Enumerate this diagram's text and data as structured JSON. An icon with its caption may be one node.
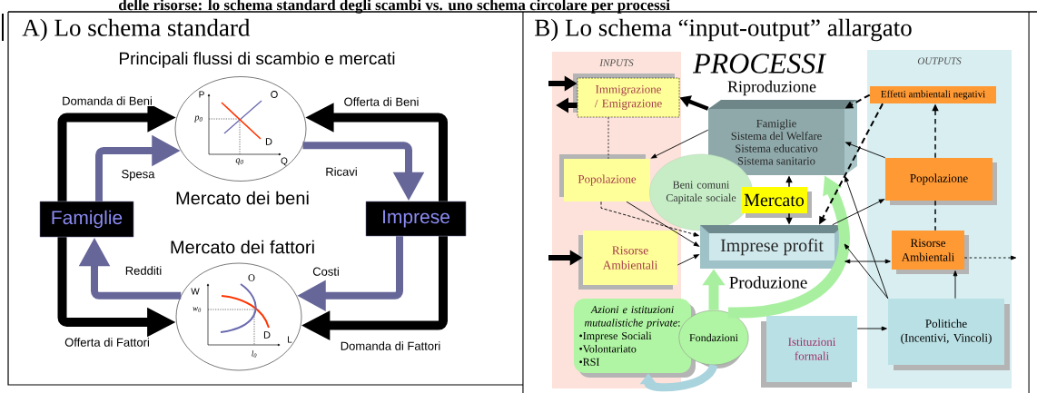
{
  "diagram": {
    "title": "delle risorse: lo schema standard degli scambi vs. uno schema circolare per processi",
    "nodes": [
      {
        "text": [],
        "shape": "circle",
        "beside": [
          "Mercato dei beni"
        ]
      },
      {
        "text": [
          "Famiglie"
        ]
      },
      {
        "text": [
          "Imprese"
        ]
      },
      {
        "text": [],
        "shape": "circle",
        "beside": [
          "Mercato dei fattori"
        ]
      },
      {
        "text": [
          "INPUTS"
        ]
      },
      {
        "text": [
          "OUTPUTS"
        ]
      },
      {
        "text": [
          "Immigrazione / Emigrazione"
        ],
        "in": 4
      },
      {
        "text": [
          "Famiglie",
          "Sistema del Welfare",
          "Sistema educativo",
          "Sistema sanitario"
        ],
        "beside": [
          "Riproduzione"
        ]
      },
      {
        "text": [
          "Effetti ambientali negativi"
        ],
        "in": 5
      },
      {
        "text": [
          "Popolazione"
        ],
        "in": 4
      },
      {
        "text": [
          "Beni comuni Capitale sociale"
        ]
      },
      {
        "text": [
          "Mercato"
        ]
      },
      {
        "text": [
          "Popolazione"
        ],
        "in": 5
      },
      {
        "text": [
          "Imprese profit"
        ],
        "beside": [
          "Produzione"
        ]
      },
      {
        "text": [
          "Risorse Ambientali"
        ],
        "in": 4
      },
      {
        "text": [
          "Risorse Ambientali"
        ],
        "in": 5
      },
      {
        "text": [
          "*Azioni e istituzioni mutualistiche private*:",
          "•Imprese Sociali",
          "•Volontariato",
          "•RSI"
        ]
      },
      {
        "text": [
          "Fondazioni"
        ]
      },
      {
        "text": [
          "Istituzioni formali"
        ]
      },
      {
        "text": [
          "Politiche (Incentivi, Vincoli)"
        ],
        "in": 5
      }
    ],
    "edges": [
      {
        "from": 1,
        "to": 0,
        "arrow": "to",
        "label": "Domanda di Beni",
        "style": "thick"
      },
      {
        "from": 1,
        "to": 0,
        "arrow": "to",
        "label": "Spesa",
        "style": "thick",
        "color": "#666699"
      },
      {
        "from": 2,
        "to": 0,
        "arrow": "to",
        "label": "Offerta di Beni",
        "style": "thick"
      },
      {
        "from": 0,
        "to": 2,
        "arrow": "to",
        "label": "Ricavi",
        "style": "thick",
        "color": "#666699"
      },
      {
        "from": 1,
        "to": 3,
        "arrow": "to",
        "label": "Offerta di Fattori",
        "style": "thick"
      },
      {
        "from": 3,
        "to": 1,
        "arrow": "to",
        "label": "Redditi",
        "style": "thick",
        "color": "#666699"
      },
      {
        "from": 2,
        "to": 3,
        "arrow": "to",
        "label": "Domanda di Fattori",
        "style": "thick"
      },
      {
        "from": 2,
        "to": 3,
        "arrow": "to",
        "label": "Costi",
        "style": "thick",
        "color": "#666699"
      },
      {
        "from": null,
        "to": 6,
        "arrow": "to",
        "style": "thick"
      },
      {
        "from": 6,
        "to": null,
        "arrow": "to",
        "style": "thick"
      },
      {
        "from": 7,
        "to": 6,
        "arrow": "to",
        "style": "thick"
      },
      {
        "from": 6,
        "to": 9,
        "arrow": "none",
        "style": "dashed"
      },
      {
        "from": 7,
        "to": 9,
        "arrow": "to"
      },
      {
        "from": 9,
        "to": 13,
        "arrow": "to",
        "style": "dashed"
      },
      {
        "from": 9,
        "to": 13,
        "arrow": "to"
      },
      {
        "from": 14,
        "to": 13,
        "arrow": "to"
      },
      {
        "from": null,
        "to": 14,
        "arrow": "to",
        "style": "thick"
      },
      {
        "from": 11,
        "to": 7,
        "arrow": "to"
      },
      {
        "from": 11,
        "to": 13,
        "arrow": "to"
      },
      {
        "from": 8,
        "to": 7,
        "arrow": "to",
        "style": "dashed"
      },
      {
        "from": 8,
        "to": 13,
        "arrow": "to",
        "style": "dashed"
      },
      {
        "from": 12,
        "to": 8,
        "arrow": "to",
        "style": "dashed"
      },
      {
        "from": 12,
        "to": 15,
        "arrow": "none",
        "style": "dashed"
      },
      {
        "from": 12,
        "to": 7,
        "arrow": "to"
      },
      {
        "from": 13,
        "to": 12,
        "arrow": "to"
      },
      {
        "from": 13,
        "to": 15,
        "arrow": "both"
      },
      {
        "from": 15,
        "to": null,
        "arrow": "to",
        "style": "dashed"
      },
      {
        "from": 19,
        "to": 15,
        "arrow": "to"
      },
      {
        "from": 19,
        "to": 13,
        "arrow": "to"
      },
      {
        "from": 19,
        "to": 7,
        "arrow": "to"
      },
      {
        "from": 18,
        "to": 19,
        "arrow": "to"
      },
      {
        "from": 17,
        "to": 7,
        "arrow": "to",
        "style": "thick",
        "color": "#a8f0a0"
      },
      {
        "from": 17,
        "to": 13,
        "arrow": "to",
        "style": "thick",
        "color": "#a8f0a0"
      },
      {
        "from": 17,
        "to": 16,
        "arrow": "to",
        "style": "thick",
        "color": "#a9d3dd"
      }
    ],
    "labels": [
      "A) Lo schema standard",
      "B) Lo schema “input-output” allargato",
      "Principali flussi di scambio e mercati",
      "P",
      "O",
      "p$_{0}$",
      "D",
      "q$_{0}$",
      "Q",
      "W",
      "O",
      "w$_{0}$",
      "D",
      "L",
      "l$_{0}$",
      "PROCESSI"
    ]
  }
}
